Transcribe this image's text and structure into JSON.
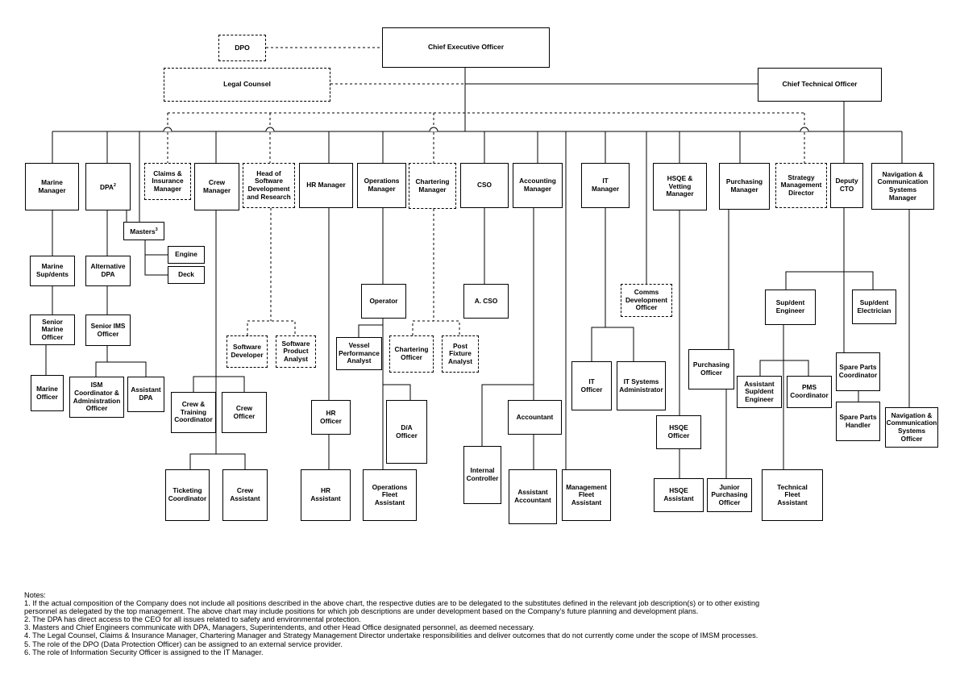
{
  "boxes": {
    "dpo": "DPO",
    "ceo": "Chief Executive Officer",
    "legal": "Legal Counsel",
    "cto": "Chief Technical Officer",
    "marine_mgr": "Marine\nManager",
    "dpa": "DPA",
    "dpa_sup": "2",
    "claims": "Claims &\nInsurance\nManager",
    "crew_mgr": "Crew\nManager",
    "head_sw": "Head of\nSoftware\nDevelopment\nand Research",
    "hr_mgr": "HR Manager",
    "ops_mgr": "Operations\nManager",
    "chart_mgr": "Chartering\nManager",
    "cso": "CSO",
    "acct_mgr": "Accounting\nManager",
    "it_mgr": "IT\nManager",
    "hsqe_mgr": "HSQE &\nVetting\nManager",
    "purch_mgr": "Purchasing\nManager",
    "strategy": "Strategy\nManagement\nDirector",
    "deputy_cto": "Deputy\nCTO",
    "nav_mgr": "Navigation &\nCommunication\nSystems\nManager",
    "masters": "Masters",
    "masters_sup": "3",
    "engine": "Engine",
    "deck": "Deck",
    "marine_sup": "Marine\nSup/dents",
    "alt_dpa": "Alternative\nDPA",
    "sr_marine": "Senior\nMarine\nOfficer",
    "sr_ims": "Senior IMS\nOfficer",
    "marine_off": "Marine\nOfficer",
    "ism": "ISM\nCoordinator &\nAdministration\nOfficer",
    "asst_dpa": "Assistant\nDPA",
    "crew_training": "Crew &\nTraining\nCoordinator",
    "crew_officer": "Crew\nOfficer",
    "ticketing": "Ticketing\nCoordinator",
    "crew_asst": "Crew\nAssistant",
    "sw_dev": "Software\nDeveloper",
    "sw_analyst": "Software\nProduct\nAnalyst",
    "hr_officer": "HR\nOfficer",
    "hr_asst": "HR\nAssistant",
    "operator": "Operator",
    "vessel_perf": "Vessel\nPerformance\nAnalyst",
    "da_officer": "D/A\nOfficer",
    "ops_fleet": "Operations\nFleet\nAssistant",
    "chart_officer": "Chartering\nOfficer",
    "post_fixture": "Post\nFixture\nAnalyst",
    "a_cso": "A. CSO",
    "accountant": "Accountant",
    "internal_ctrl": "Internal\nController",
    "asst_accountant": "Assistant\nAccountant",
    "mgmt_fleet": "Management\nFleet\nAssistant",
    "comms_dev": "Comms\nDevelopment\nOfficer",
    "it_officer": "IT\nOfficer",
    "it_sys": "IT Systems\nAdministrator",
    "hsqe_officer": "HSQE\nOfficer",
    "hsqe_asst": "HSQE\nAssistant",
    "purch_officer": "Purchasing\nOfficer",
    "jr_purch": "Junior\nPurchasing\nOfficer",
    "supdent_eng": "Sup/dent\nEngineer",
    "asst_supdent": "Assistant\nSup/dent\nEngineer",
    "pms": "PMS\nCoordinator",
    "tech_fleet": "Technical\nFleet\nAssistant",
    "supdent_elec": "Sup/dent\nElectrician",
    "spare_coord": "Spare Parts\nCoordinator",
    "spare_handler": "Spare Parts\nHandler",
    "nav_officer": "Navigation &\nCommunication\nSystems\nOfficer"
  },
  "notes": {
    "title": "Notes:",
    "lines": [
      "1. If the actual composition of the Company does not include all positions described in the above chart, the respective duties are to be delegated to the substitutes defined in the relevant job description(s) or to other existing",
      "personnel as delegated by the top management. The above chart may include positions for which job descriptions are under development based on the Company’s future planning and development plans.",
      "2. The DPA has direct access to the CEO for all issues related to safety and environmental protection.",
      "3. Masters and Chief Engineers communicate with DPA, Managers, Superintendents, and other Head Office designated personnel, as deemed necessary.",
      "4. The Legal Counsel, Claims & Insurance Manager, Chartering Manager and Strategy Management Director undertake responsibilities and deliver outcomes that do not currently come under the scope of IMSM processes.",
      "5. The role of the DPO (Data Protection Officer) can be assigned to an external service provider.",
      "6. The role of Information Security Officer is assigned to the IT Manager."
    ]
  }
}
